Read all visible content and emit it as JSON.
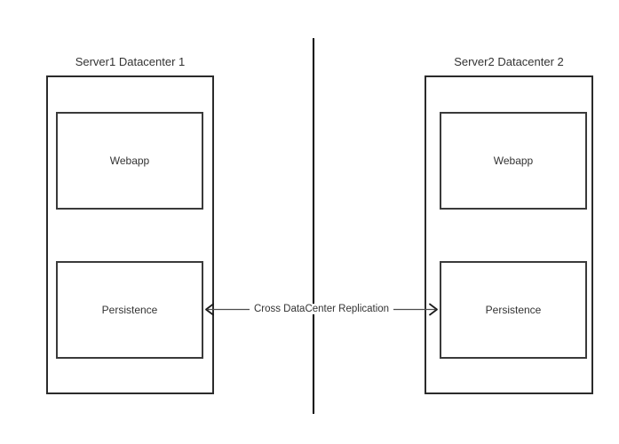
{
  "diagram": {
    "title_left": "Server1 Datacenter 1",
    "title_right": "Server2 Datacenter 2",
    "datacenters": [
      {
        "id": "datacenter-1",
        "title": "Server1 Datacenter 1",
        "components": [
          {
            "id": "webapp-1",
            "label": "Webapp"
          },
          {
            "id": "persistence-1",
            "label": "Persistence"
          }
        ]
      },
      {
        "id": "datacenter-2",
        "title": "Server2 Datacenter 2",
        "components": [
          {
            "id": "webapp-2",
            "label": "Webapp"
          },
          {
            "id": "persistence-2",
            "label": "Persistence"
          }
        ]
      }
    ],
    "connector": {
      "label": "Cross DataCenter Replication",
      "direction": "bidirectional",
      "from": "persistence-1",
      "to": "persistence-2"
    },
    "divider": {
      "orientation": "vertical",
      "description": "datacenter-boundary"
    },
    "colors": {
      "background": "#ffffff",
      "outer_border": "#2b2b2b",
      "inner_border": "#3a3a3a",
      "text": "#333333",
      "divider": "#000000",
      "connector": "#4d4d4d"
    }
  }
}
